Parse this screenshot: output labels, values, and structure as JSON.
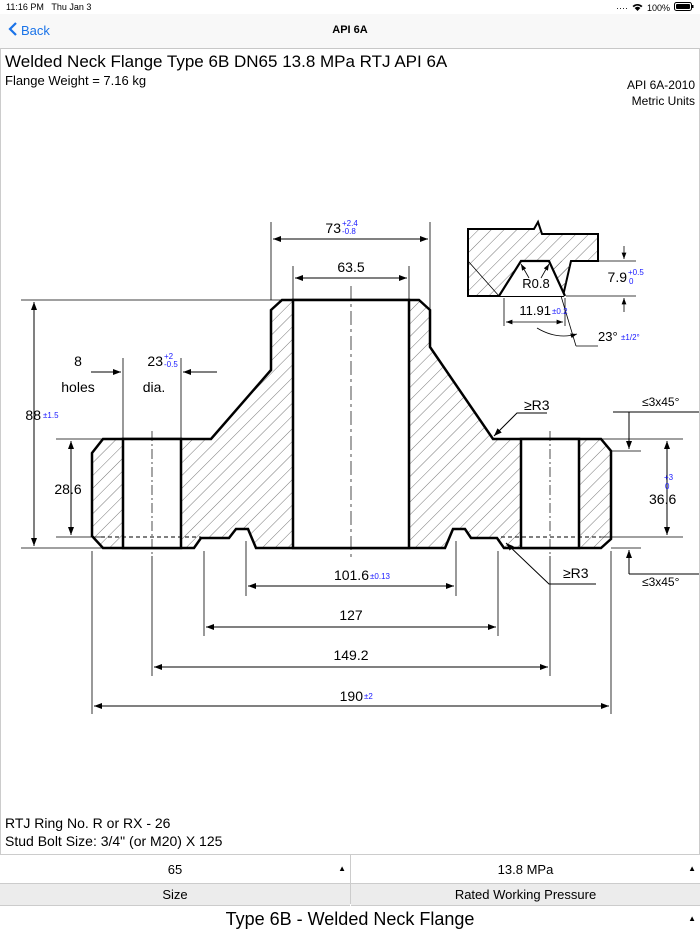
{
  "status": {
    "time": "11:16 PM",
    "date": "Thu Jan 3",
    "battery": "100%"
  },
  "nav": {
    "back_label": "Back",
    "title": "API 6A"
  },
  "header": {
    "title": "Welded Neck Flange Type 6B DN65 13.8 MPa RTJ API 6A",
    "weight": "Flange Weight = 7.16 kg",
    "standard": "API 6A-2010",
    "units": "Metric Units"
  },
  "dims": {
    "d73": "73",
    "d73_plus": "+2.4",
    "d73_minus": "-0.8",
    "d63_5": "63.5",
    "holes_count": "8",
    "holes_label": "holes",
    "hole_dia": "23",
    "hole_plus": "+2",
    "hole_minus": "-0.5",
    "dia_label": "dia.",
    "d88": "88",
    "d88_tol": "±1.5",
    "d28_6": "28.6",
    "r3_top": "≥R3",
    "r3_bottom": "≥R3",
    "chamfer_top": "≤3x45°",
    "chamfer_bottom": "≤3x45°",
    "d36_6": "36.6",
    "d36_plus": "+3",
    "d36_minus": "0",
    "d101_6": "101.6",
    "d101_tol": "±0.13",
    "d127": "127",
    "d149_2": "149.2",
    "d190": "190",
    "d190_tol": "±2",
    "groove_r": "R0.8",
    "groove_depth": "7.9",
    "groove_depth_plus": "+0.5",
    "groove_depth_minus": "0",
    "groove_width": "11.91",
    "groove_width_tol": "±0.2",
    "groove_angle": "23°",
    "groove_angle_tol": "±1/2°"
  },
  "footer": {
    "ring": "RTJ Ring No. R or RX - 26",
    "bolt": "Stud Bolt Size: 3/4\" (or M20) X 125"
  },
  "pickers": {
    "size_value": "65",
    "size_caption": "Size",
    "pressure_value": "13.8 MPa",
    "pressure_caption": "Rated Working Pressure",
    "type_value": "Type 6B - Welded Neck Flange"
  }
}
